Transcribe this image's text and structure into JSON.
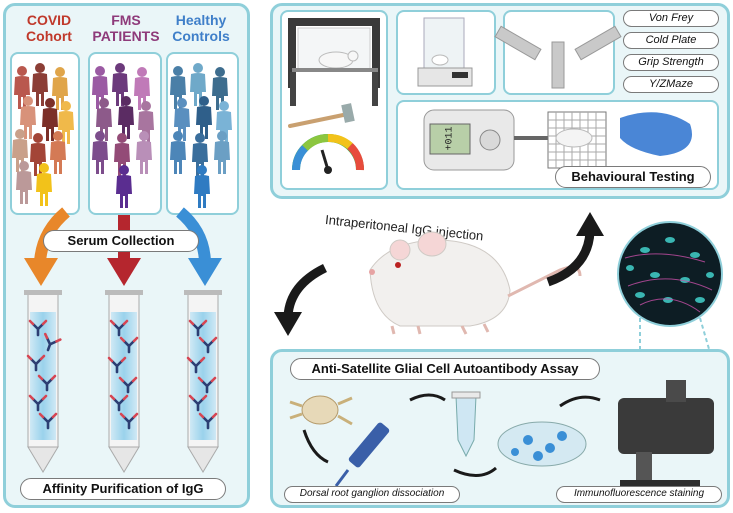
{
  "groups": [
    {
      "line1": "COVID",
      "line2": "Cohort",
      "color": "#c0392b"
    },
    {
      "line1": "FMS",
      "line2": "PATIENTS",
      "color": "#8e3a7a"
    },
    {
      "line1": "Healthy",
      "line2": "Controls",
      "color": "#3f7fc9"
    }
  ],
  "labels": {
    "serum": "Serum Collection",
    "affinity": "Affinity Purification of IgG",
    "injection": "Intraperitoneal IgG injection",
    "behaviour": "Behavioural Testing",
    "assay": "Anti-Satellite Glial Cell Autoantibody Assay",
    "drg": "Dorsal root ganglion dissociation",
    "immuno": "Immunofluorescence staining"
  },
  "tests": [
    "Von Frey",
    "Cold Plate",
    "Grip Strength",
    "Y/ZMaze"
  ],
  "device_readout": "+011",
  "colors": {
    "panel_border": "#8fcfda",
    "panel_fill": "#eaf6f8",
    "arrow_orange": "#e8872a",
    "arrow_red": "#b5262e",
    "arrow_blue": "#3a8fd6"
  }
}
